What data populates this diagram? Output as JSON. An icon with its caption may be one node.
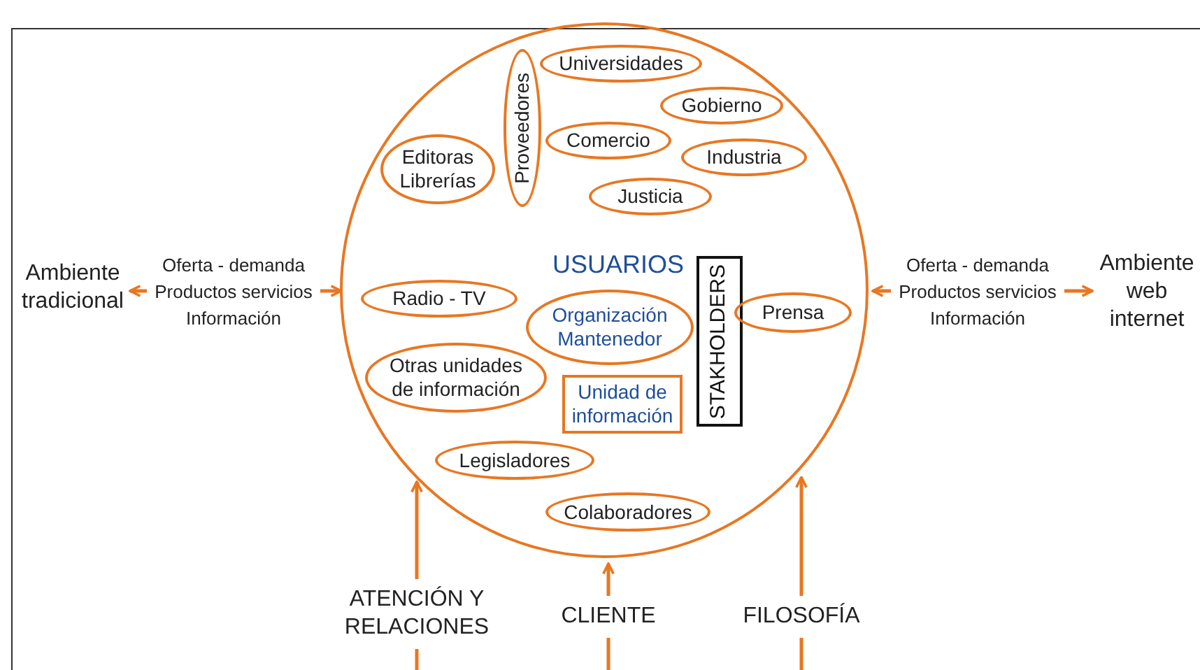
{
  "diagram": {
    "nodes": [
      {
        "text": [],
        "shape": "circle"
      },
      {
        "text": [
          "Ambiente tradicional"
        ]
      },
      {
        "text": [
          "Oferta - demanda",
          "Productos servicios",
          "Información"
        ]
      },
      {
        "text": [
          "Universidades"
        ],
        "in": 0
      },
      {
        "text": [
          "Proveedores"
        ],
        "in": 0
      },
      {
        "text": [
          "Gobierno"
        ],
        "in": 0
      },
      {
        "text": [
          "Comercio"
        ],
        "in": 0
      },
      {
        "text": [
          "Industria"
        ],
        "in": 0
      },
      {
        "text": [
          "Editoras Librerías"
        ],
        "in": 0
      },
      {
        "text": [
          "Justicia"
        ],
        "in": 0
      },
      {
        "text": [
          "Radio - TV"
        ],
        "in": 0
      },
      {
        "text": [
          "Organización Mantenedor"
        ],
        "in": 0
      },
      {
        "text": [
          "STAKHOLDERS"
        ],
        "in": 0
      },
      {
        "text": [
          "Prensa"
        ],
        "in": 0
      },
      {
        "text": [
          "Otras unidades de información"
        ],
        "in": 0
      },
      {
        "text": [
          "Unidad de información"
        ],
        "in": 0
      },
      {
        "text": [
          "Legisladores"
        ],
        "in": 0
      },
      {
        "text": [
          "Colaboradores"
        ],
        "in": 0
      },
      {
        "text": [
          "Oferta - demanda",
          "Productos servicios",
          "Información"
        ]
      },
      {
        "text": [
          "Ambiente web internet"
        ]
      },
      {
        "text": [
          "ATENCIÓN Y RELACIONES"
        ]
      },
      {
        "text": [
          "CLIENTE"
        ]
      },
      {
        "text": [
          "FILOSOFÍA"
        ]
      }
    ],
    "edges": [
      {
        "from": 2,
        "to": 1,
        "arrow": "to"
      },
      {
        "from": 2,
        "to": 0,
        "arrow": "to"
      },
      {
        "from": 18,
        "to": 0,
        "arrow": "to"
      },
      {
        "from": 18,
        "to": 19,
        "arrow": "to"
      },
      {
        "from": 20,
        "to": 0,
        "arrow": "to"
      },
      {
        "from": 21,
        "to": 0,
        "arrow": "to"
      },
      {
        "from": 22,
        "to": 0,
        "arrow": "to"
      },
      {
        "from": 20,
        "to": null,
        "arrow": "none"
      },
      {
        "from": 21,
        "to": null,
        "arrow": "none"
      },
      {
        "from": 22,
        "to": null,
        "arrow": "none"
      }
    ],
    "labels": [
      "USUARIOS"
    ]
  }
}
